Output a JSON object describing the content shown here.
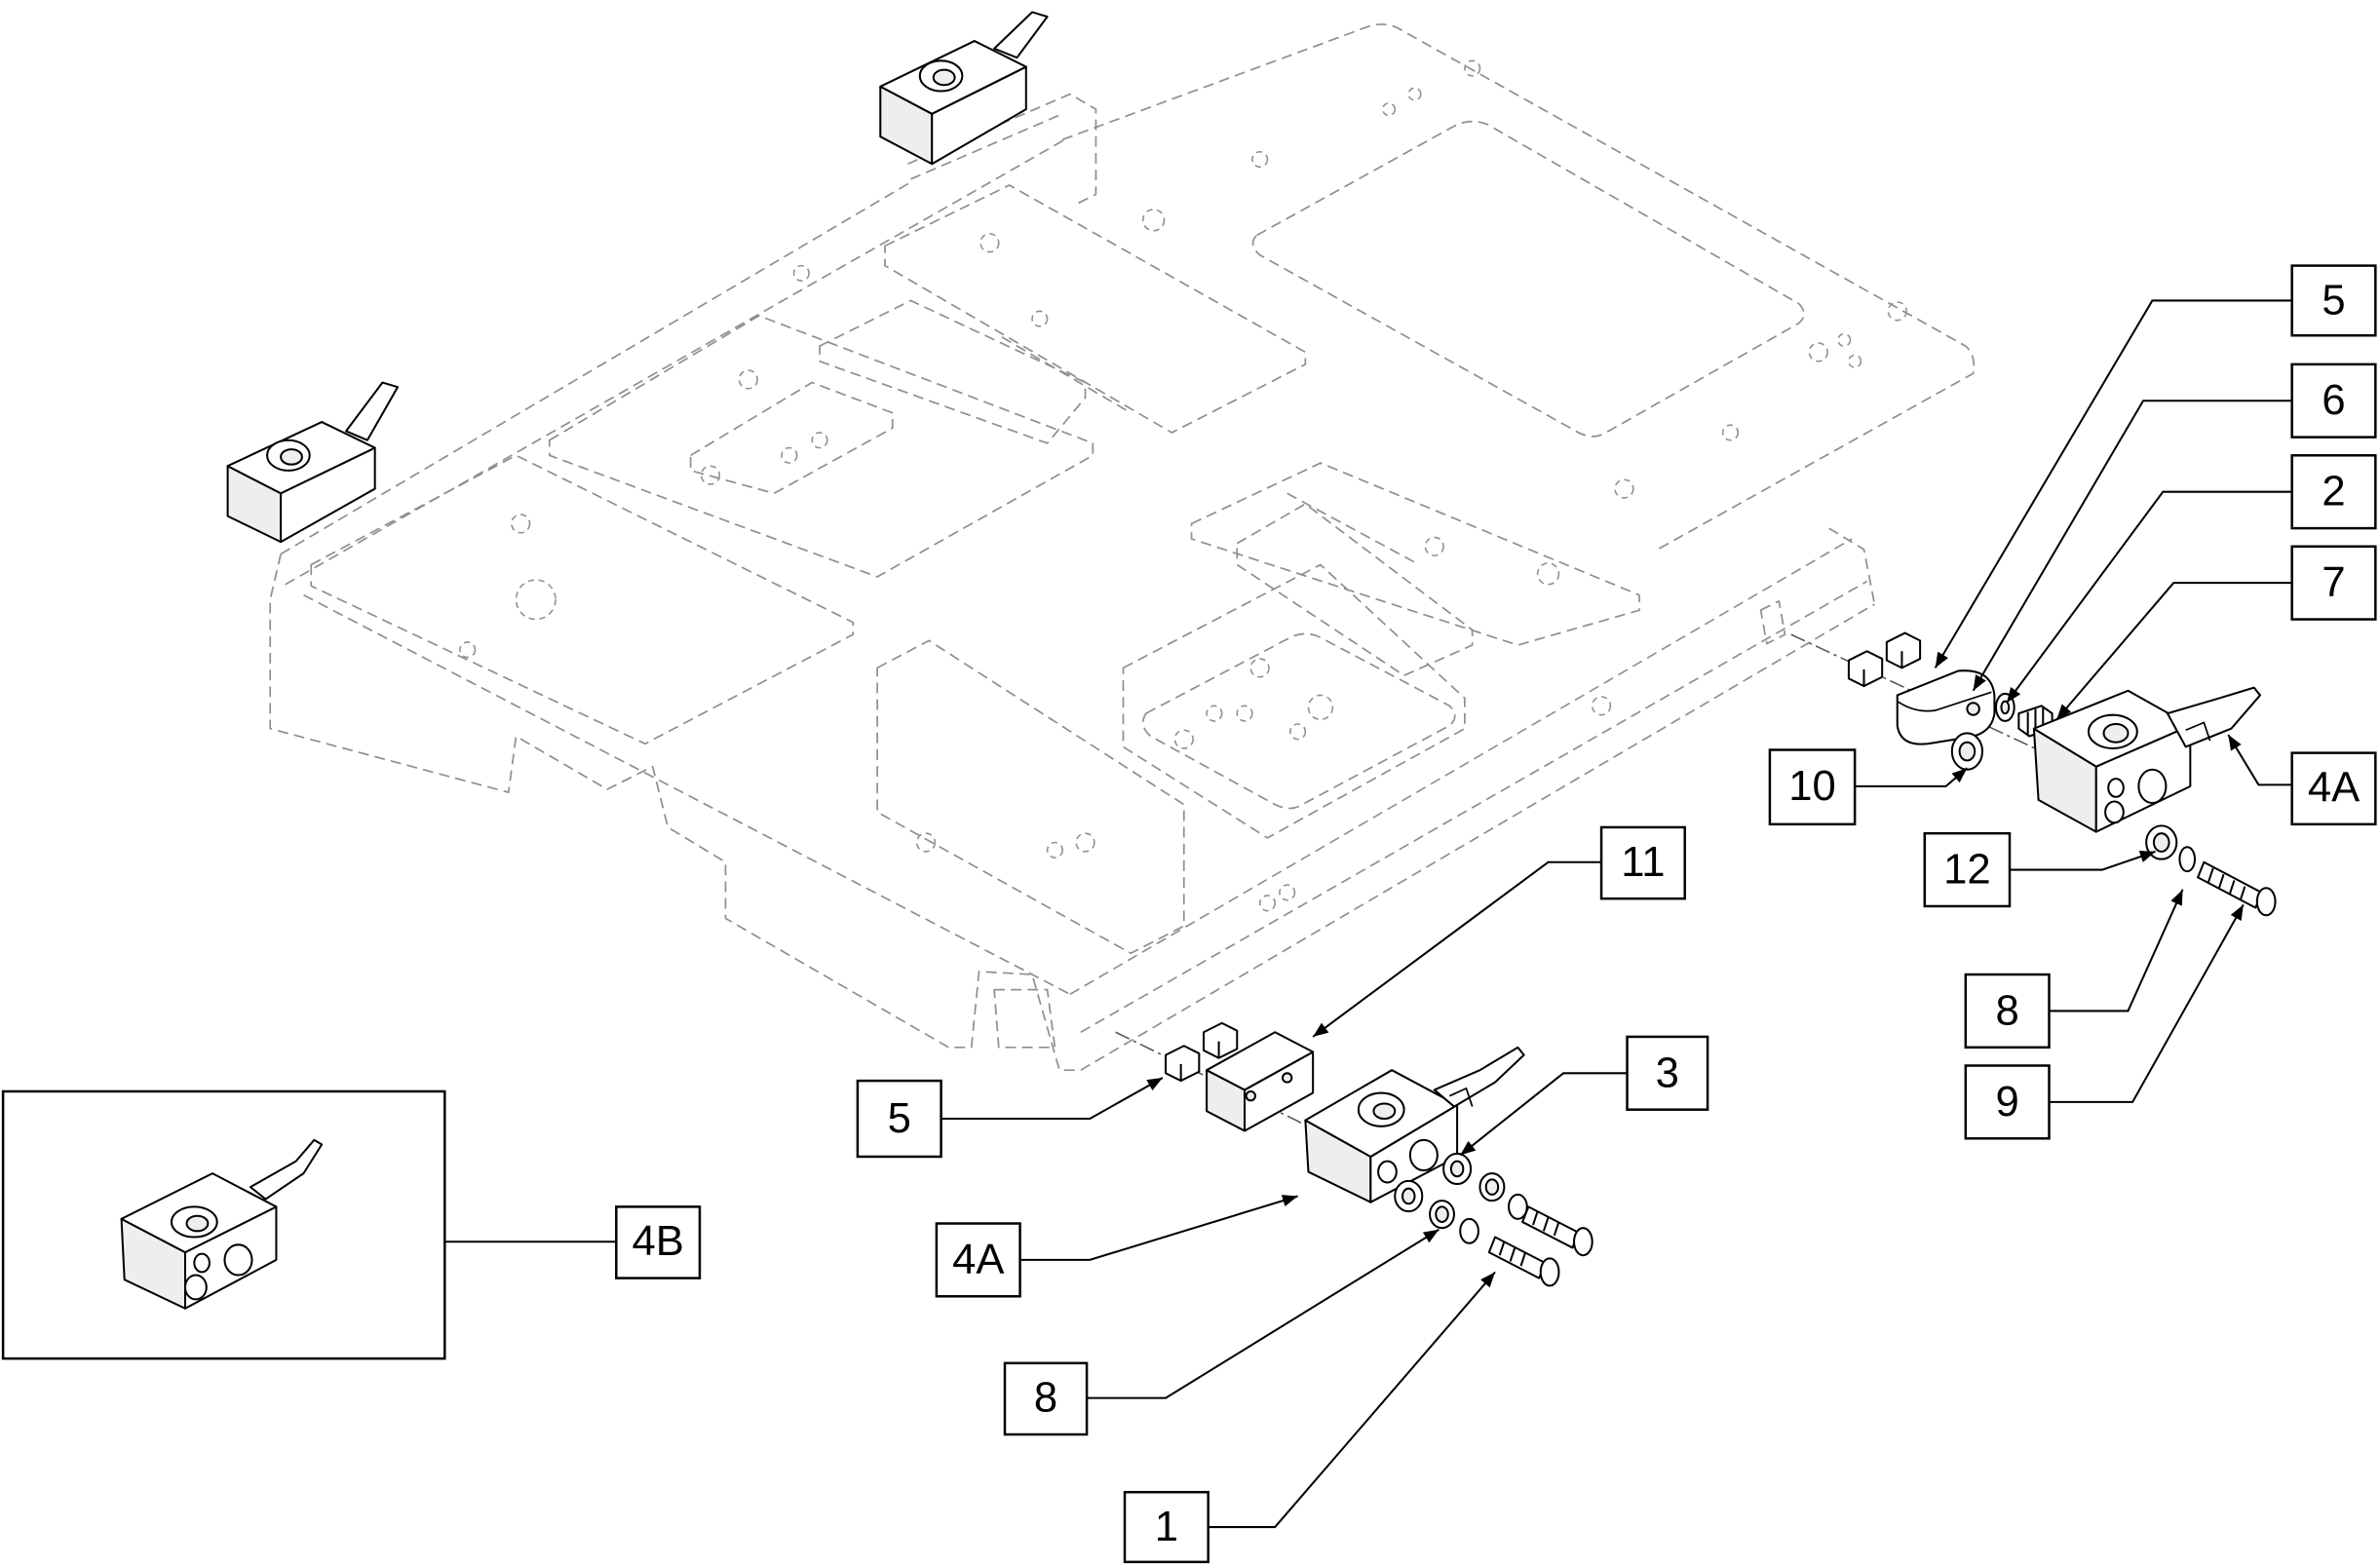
{
  "callouts": [
    {
      "label": "5"
    },
    {
      "label": "6"
    },
    {
      "label": "2"
    },
    {
      "label": "7"
    },
    {
      "label": "10"
    },
    {
      "label": "4A"
    },
    {
      "label": "12"
    },
    {
      "label": "8"
    },
    {
      "label": "9"
    },
    {
      "label": "11"
    },
    {
      "label": "3"
    },
    {
      "label": "5"
    },
    {
      "label": "4A"
    },
    {
      "label": "8"
    },
    {
      "label": "1"
    },
    {
      "label": "4B"
    }
  ]
}
